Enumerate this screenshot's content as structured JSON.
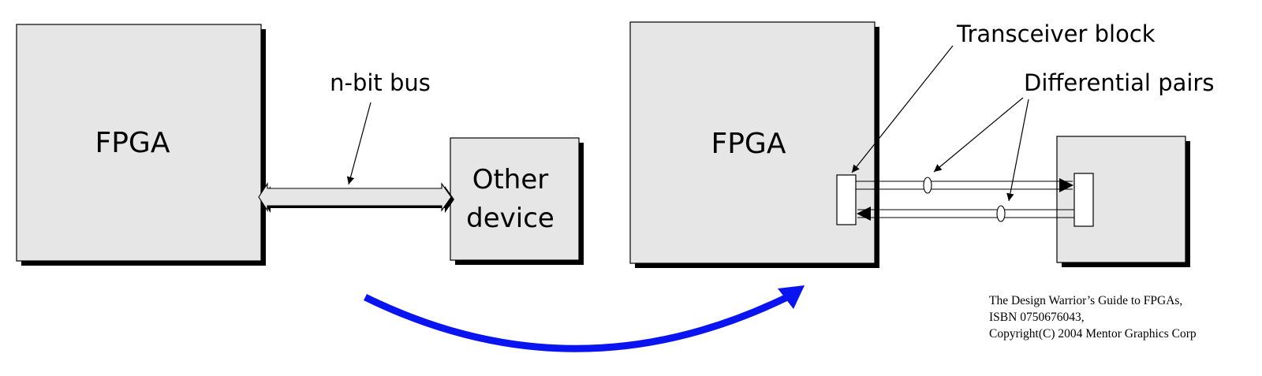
{
  "left": {
    "fpga_label": "FPGA",
    "bus_label": "n-bit bus",
    "device_label_line1": "Other",
    "device_label_line2": "device"
  },
  "right": {
    "fpga_label": "FPGA",
    "transceiver_label": "Transceiver block",
    "differential_label": "Differential pairs"
  },
  "credit": {
    "line1": "The Design Warrior’s Guide to FPGAs,",
    "line2": "ISBN 0750676043,",
    "line3": "Copyright(C) 2004 Mentor Graphics Corp"
  },
  "colors": {
    "box_fill": "#e6e6e6",
    "box_stroke": "#000000",
    "shadow": "#000000",
    "transition_arrow": "#0a14f0"
  }
}
